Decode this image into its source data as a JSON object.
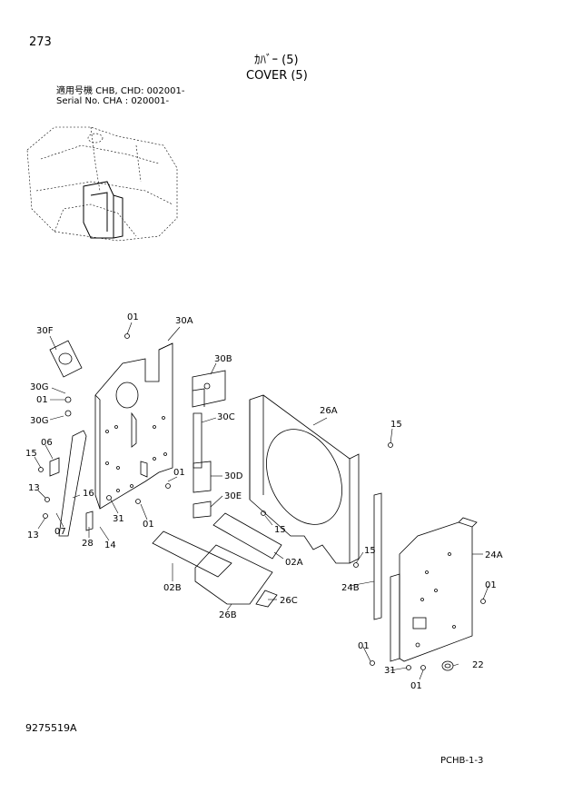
{
  "page_number": "273",
  "title_jp": "ｶﾊﾞｰ (5)",
  "title_en": "COVER (5)",
  "serial_info": {
    "line1": "適用号機  CHB, CHD: 002001-",
    "line2": "Serial No. CHA      : 020001-"
  },
  "drawing_number": "9275519A",
  "sheet_code": "PCHB-1-3",
  "part_labels": {
    "p01a": "01",
    "p30A": "30A",
    "p30F": "30F",
    "p30B": "30B",
    "p30G1": "30G",
    "p01b": "01",
    "p30G2": "30G",
    "p30C": "30C",
    "p26A": "26A",
    "p15a": "15",
    "p06": "06",
    "p15b": "15",
    "p01c": "01",
    "p30D": "30D",
    "p13a": "13",
    "p16": "16",
    "p30E": "30E",
    "p31a": "31",
    "p01d": "01",
    "p13b": "13",
    "p07": "07",
    "p28": "28",
    "p14": "14",
    "p15c": "15",
    "p15d": "15",
    "p24A": "24A",
    "p02A": "02A",
    "p02B": "02B",
    "p24B": "24B",
    "p01e": "01",
    "p26C": "26C",
    "p26B": "26B",
    "p01f": "01",
    "p31b": "31",
    "p22": "22",
    "p01g": "01"
  }
}
